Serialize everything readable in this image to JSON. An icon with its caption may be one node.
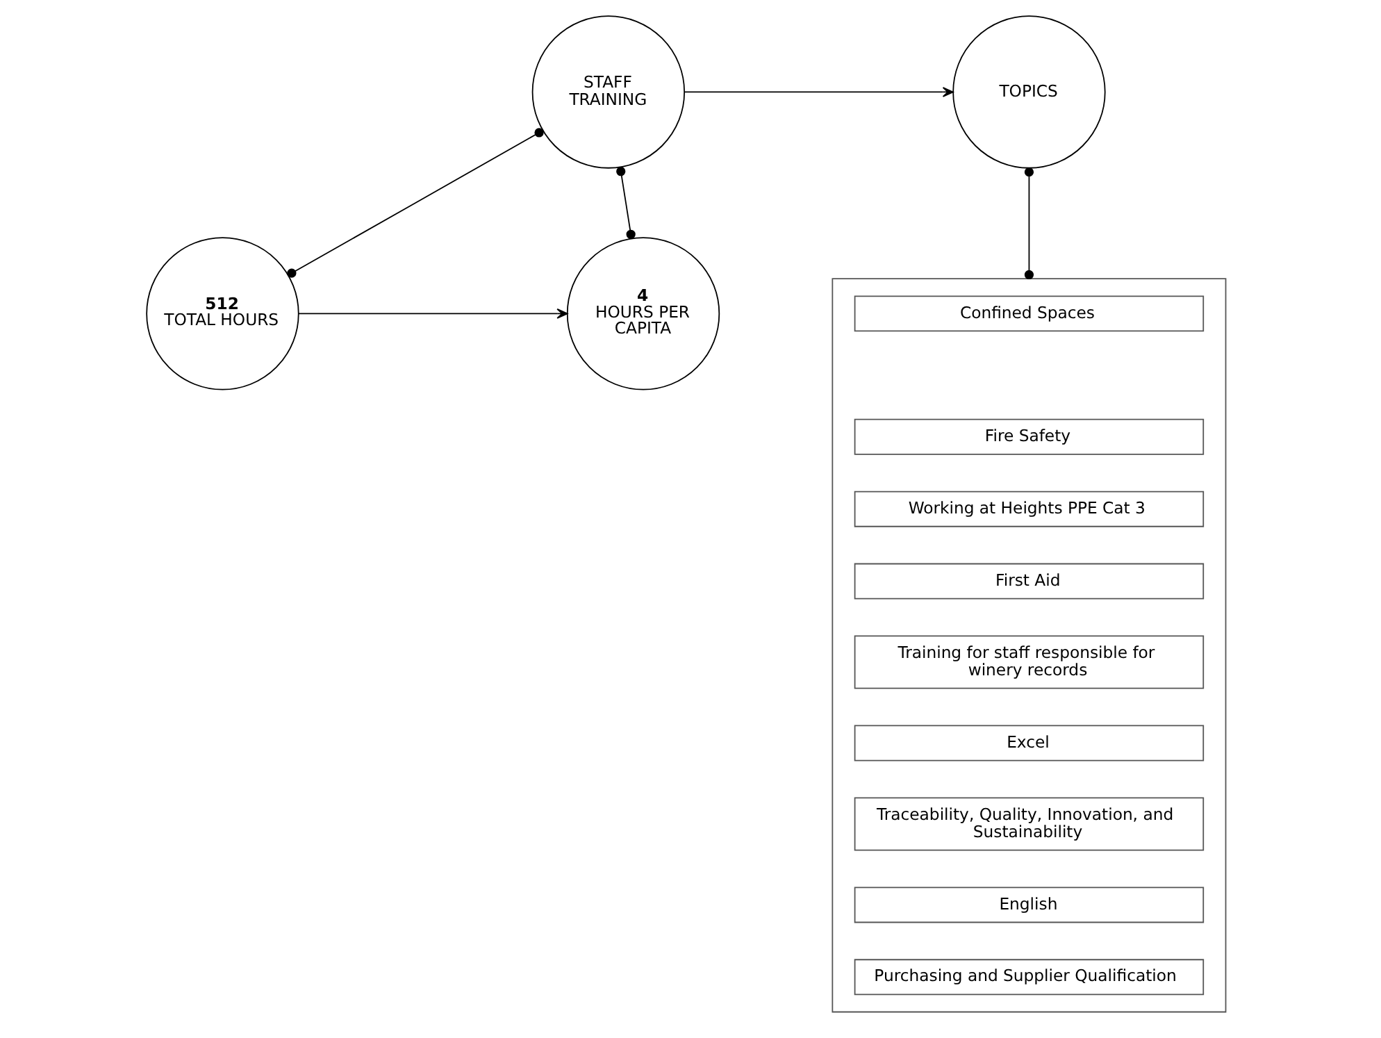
{
  "diagram": {
    "nodes": [
      {
        "text": [
          "STAFF TRAINING"
        ]
      },
      {
        "text": [
          "TOPICS"
        ]
      },
      {
        "text": [
          "512",
          "TOTAL HOURS"
        ]
      },
      {
        "text": [
          "4",
          "HOURS PER CAPITA"
        ]
      },
      {
        "text": [],
        "shape": "box"
      },
      {
        "text": [
          "Confined Spaces"
        ],
        "in": 4
      },
      {
        "text": [
          "Fire Safety"
        ],
        "in": 4
      },
      {
        "text": [
          "Working at Heights PPE Cat 3"
        ],
        "in": 4
      },
      {
        "text": [
          "First Aid"
        ],
        "in": 4
      },
      {
        "text": [
          "Training for staff responsible for winery records"
        ],
        "in": 4
      },
      {
        "text": [
          "Excel"
        ],
        "in": 4
      },
      {
        "text": [
          "Traceability, Quality, Innovation, and Sustainability"
        ],
        "in": 4
      },
      {
        "text": [
          "English"
        ],
        "in": 4
      },
      {
        "text": [
          "Purchasing and Supplier Qualification"
        ],
        "in": 4
      }
    ],
    "edges": [
      {
        "from": 0,
        "to": 1,
        "arrow": "to"
      },
      {
        "from": 0,
        "to": 2,
        "arrow": "other"
      },
      {
        "from": 0,
        "to": 3,
        "arrow": "other"
      },
      {
        "from": 2,
        "to": 3,
        "arrow": "to"
      },
      {
        "from": 1,
        "to": 4,
        "arrow": "other"
      }
    ]
  }
}
